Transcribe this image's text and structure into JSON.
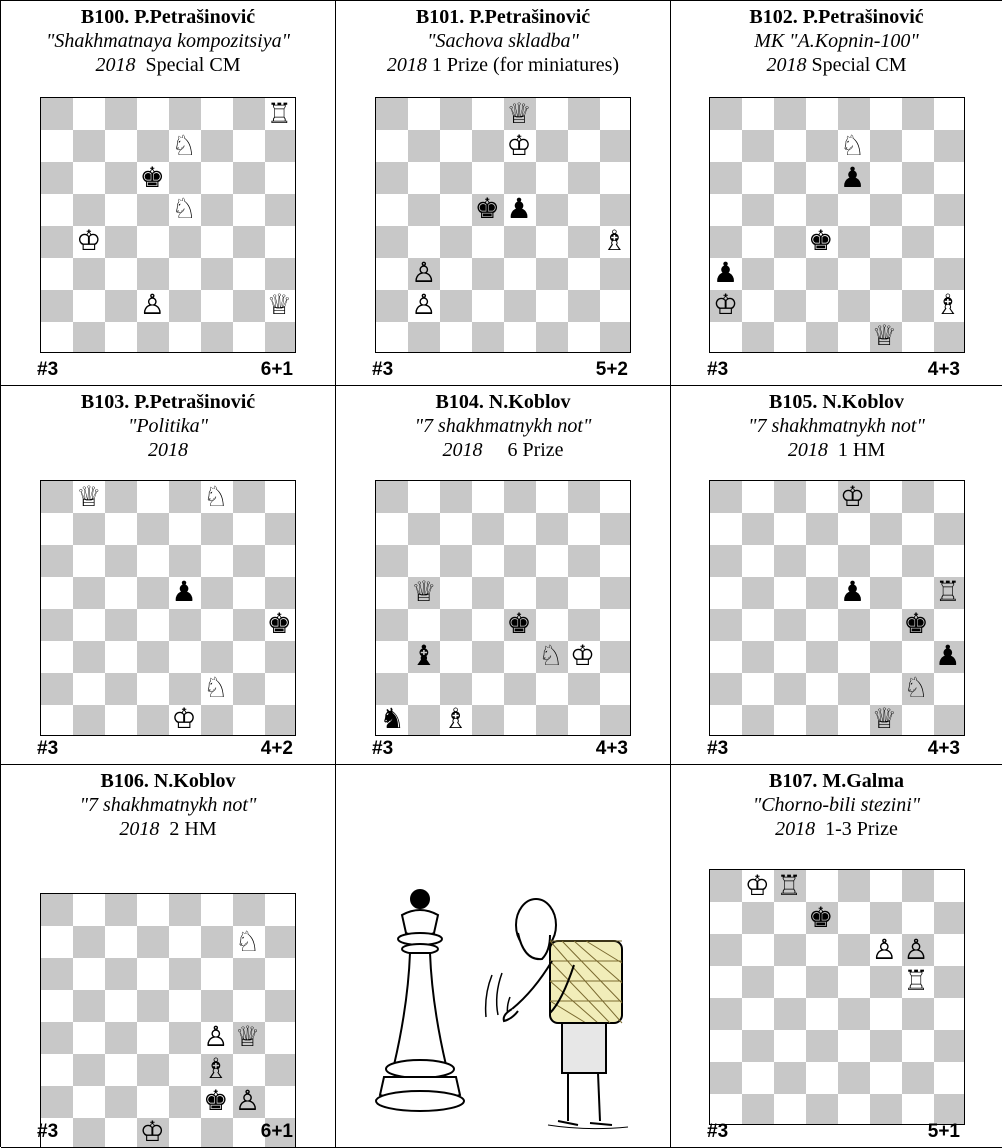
{
  "problems": [
    {
      "number": "B100. P.Petrašinović",
      "source": "\"Shakhmatnaya kompozitsiya\"",
      "year": "2018",
      "award": "Special CM",
      "stipulation": "#3",
      "count": "6+1",
      "pieces": [
        {
          "sq": "h8",
          "glyph": "♖",
          "name": "white-rook-icon"
        },
        {
          "sq": "e7",
          "glyph": "♘",
          "name": "white-knight-icon"
        },
        {
          "sq": "d6",
          "glyph": "♚",
          "name": "black-king-icon"
        },
        {
          "sq": "e5",
          "glyph": "♘",
          "name": "white-knight-icon"
        },
        {
          "sq": "b4",
          "glyph": "♔",
          "name": "white-king-icon"
        },
        {
          "sq": "d2",
          "glyph": "♙",
          "name": "white-pawn-icon"
        },
        {
          "sq": "h2",
          "glyph": "♕",
          "name": "white-queen-icon"
        }
      ]
    },
    {
      "number": "B101. P.Petrašinović",
      "source": "\"Sachova skladba\"",
      "year": "2018",
      "award": "1 Prize (for miniatures)",
      "stipulation": "#3",
      "count": "5+2",
      "pieces": [
        {
          "sq": "e8",
          "glyph": "♕",
          "name": "white-queen-icon"
        },
        {
          "sq": "e7",
          "glyph": "♔",
          "name": "white-king-icon"
        },
        {
          "sq": "d5",
          "glyph": "♚",
          "name": "black-king-icon"
        },
        {
          "sq": "e5",
          "glyph": "♟",
          "name": "black-pawn-icon"
        },
        {
          "sq": "h4",
          "glyph": "♗",
          "name": "white-bishop-icon"
        },
        {
          "sq": "b3",
          "glyph": "♙",
          "name": "white-pawn-icon"
        },
        {
          "sq": "b2",
          "glyph": "♙",
          "name": "white-pawn-icon"
        }
      ]
    },
    {
      "number": "B102. P.Petrašinović",
      "source": "МК \"A.Kopnin-100\"",
      "year": "2018",
      "award": "Special CM",
      "stipulation": "#3",
      "count": "4+3",
      "pieces": [
        {
          "sq": "e7",
          "glyph": "♘",
          "name": "white-knight-icon"
        },
        {
          "sq": "e6",
          "glyph": "♟",
          "name": "black-pawn-icon"
        },
        {
          "sq": "d4",
          "glyph": "♚",
          "name": "black-king-icon"
        },
        {
          "sq": "a3",
          "glyph": "♟",
          "name": "black-pawn-icon"
        },
        {
          "sq": "a2",
          "glyph": "♔",
          "name": "white-king-icon"
        },
        {
          "sq": "h2",
          "glyph": "♗",
          "name": "white-bishop-icon"
        },
        {
          "sq": "f1",
          "glyph": "♕",
          "name": "white-queen-icon"
        }
      ]
    },
    {
      "number": "B103. P.Petrašinović",
      "source": "\"Politika\"",
      "year": "2018",
      "award": "",
      "stipulation": "#3",
      "count": "4+2",
      "pieces": [
        {
          "sq": "b8",
          "glyph": "♕",
          "name": "white-queen-icon"
        },
        {
          "sq": "f8",
          "glyph": "♘",
          "name": "white-knight-icon"
        },
        {
          "sq": "e5",
          "glyph": "♟",
          "name": "black-pawn-icon"
        },
        {
          "sq": "h4",
          "glyph": "♚",
          "name": "black-king-icon"
        },
        {
          "sq": "f2",
          "glyph": "♘",
          "name": "white-knight-icon"
        },
        {
          "sq": "e1",
          "glyph": "♔",
          "name": "white-king-icon"
        }
      ]
    },
    {
      "number": "B104. N.Koblov",
      "source": "\"7 shakhmatnykh not\"",
      "year": "2018",
      "award": "6 Prize",
      "stipulation": "#3",
      "count": "4+3",
      "pieces": [
        {
          "sq": "b5",
          "glyph": "♕",
          "name": "white-queen-icon"
        },
        {
          "sq": "e4",
          "glyph": "♚",
          "name": "black-king-icon"
        },
        {
          "sq": "b3",
          "glyph": "♝",
          "name": "black-bishop-icon"
        },
        {
          "sq": "f3",
          "glyph": "♘",
          "name": "white-knight-icon"
        },
        {
          "sq": "g3",
          "glyph": "♔",
          "name": "white-king-icon"
        },
        {
          "sq": "a1",
          "glyph": "♞",
          "name": "black-knight-icon"
        },
        {
          "sq": "c1",
          "glyph": "♗",
          "name": "white-bishop-icon"
        }
      ]
    },
    {
      "number": "B105. N.Koblov",
      "source": "\"7 shakhmatnykh not\"",
      "year": "2018",
      "award": "1 HM",
      "stipulation": "#3",
      "count": "4+3",
      "pieces": [
        {
          "sq": "e8",
          "glyph": "♔",
          "name": "white-king-icon"
        },
        {
          "sq": "e5",
          "glyph": "♟",
          "name": "black-pawn-icon"
        },
        {
          "sq": "h5",
          "glyph": "♖",
          "name": "white-rook-icon"
        },
        {
          "sq": "g4",
          "glyph": "♚",
          "name": "black-king-icon"
        },
        {
          "sq": "h3",
          "glyph": "♟",
          "name": "black-pawn-icon"
        },
        {
          "sq": "g2",
          "glyph": "♘",
          "name": "white-knight-icon"
        },
        {
          "sq": "f1",
          "glyph": "♕",
          "name": "white-queen-icon"
        }
      ]
    },
    {
      "number": "B106. N.Koblov",
      "source": "\"7 shakhmatnykh not\"",
      "year": "2018",
      "award": "2 HM",
      "stipulation": "#3",
      "count": "6+1",
      "pieces": [
        {
          "sq": "g7",
          "glyph": "♘",
          "name": "white-knight-icon"
        },
        {
          "sq": "f4",
          "glyph": "♙",
          "name": "white-pawn-icon"
        },
        {
          "sq": "g4",
          "glyph": "♕",
          "name": "white-queen-icon"
        },
        {
          "sq": "f3",
          "glyph": "♗",
          "name": "white-bishop-icon"
        },
        {
          "sq": "f2",
          "glyph": "♚",
          "name": "black-king-icon"
        },
        {
          "sq": "g2",
          "glyph": "♙",
          "name": "white-pawn-icon"
        },
        {
          "sq": "d1",
          "glyph": "♔",
          "name": "white-king-icon"
        }
      ]
    },
    {
      "number": "B107. M.Galma",
      "source": "\"Chorno-bili stezini\"",
      "year": "2018",
      "award": "1-3 Prize",
      "stipulation": "#3",
      "count": "5+1",
      "pieces": [
        {
          "sq": "b8",
          "glyph": "♔",
          "name": "white-king-icon"
        },
        {
          "sq": "c8",
          "glyph": "♖",
          "name": "white-rook-icon"
        },
        {
          "sq": "d7",
          "glyph": "♚",
          "name": "black-king-icon"
        },
        {
          "sq": "f6",
          "glyph": "♙",
          "name": "white-pawn-icon"
        },
        {
          "sq": "g6",
          "glyph": "♙",
          "name": "white-pawn-icon"
        },
        {
          "sq": "g5",
          "glyph": "♖",
          "name": "white-rook-icon"
        }
      ]
    }
  ]
}
